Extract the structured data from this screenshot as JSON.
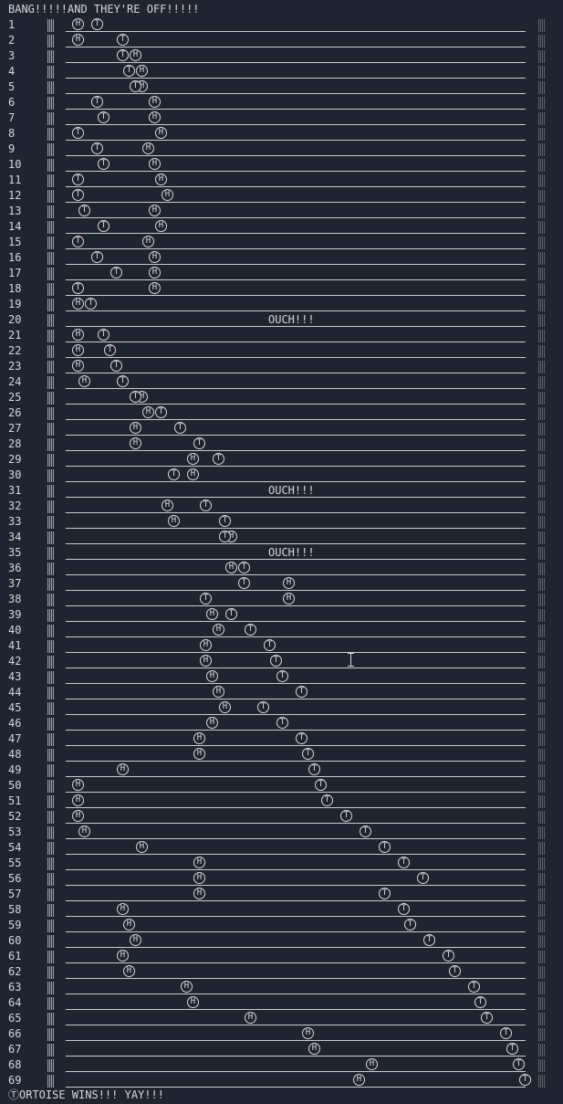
{
  "header": "BANG!!!!!AND THEY'RE OFF!!!!!",
  "footer": "ⓉORTOISE WINS!!! YAY!!!",
  "ouch_text": "OUCH!!!",
  "hare_glyph": "H",
  "tortoise_glyph": "T",
  "rows": [
    {
      "n": "1",
      "h": 2,
      "t": 5
    },
    {
      "n": "2",
      "h": 2,
      "t": 9
    },
    {
      "n": "3",
      "h": 11,
      "t": 9
    },
    {
      "n": "4",
      "h": 12,
      "t": 10
    },
    {
      "n": "5",
      "h": 12,
      "t": 11
    },
    {
      "n": "6",
      "h": 14,
      "t": 5
    },
    {
      "n": "7",
      "h": 14,
      "t": 6
    },
    {
      "n": "8",
      "h": 15,
      "t": 2
    },
    {
      "n": "9",
      "h": 13,
      "t": 5
    },
    {
      "n": "10",
      "h": 14,
      "t": 6
    },
    {
      "n": "11",
      "h": 15,
      "t": 2
    },
    {
      "n": "12",
      "h": 16,
      "t": 2
    },
    {
      "n": "13",
      "h": 14,
      "t": 3
    },
    {
      "n": "14",
      "h": 15,
      "t": 6
    },
    {
      "n": "15",
      "h": 13,
      "t": 2
    },
    {
      "n": "16",
      "h": 14,
      "t": 5
    },
    {
      "n": "17",
      "h": 14,
      "t": 8
    },
    {
      "n": "18",
      "h": 14,
      "t": 2
    },
    {
      "n": "19",
      "h": 2,
      "t": 4
    },
    {
      "n": "20",
      "ouch": true
    },
    {
      "n": "21",
      "h": 2,
      "t": 6
    },
    {
      "n": "22",
      "h": 2,
      "t": 7
    },
    {
      "n": "23",
      "h": 2,
      "t": 8
    },
    {
      "n": "24",
      "h": 3,
      "t": 9
    },
    {
      "n": "25",
      "h": 12,
      "t": 11
    },
    {
      "n": "26",
      "h": 13,
      "t": 15
    },
    {
      "n": "27",
      "h": 11,
      "t": 18
    },
    {
      "n": "28",
      "h": 11,
      "t": 21
    },
    {
      "n": "29",
      "h": 20,
      "t": 24
    },
    {
      "n": "30",
      "h": 20,
      "t": 17
    },
    {
      "n": "31",
      "ouch": true
    },
    {
      "n": "32",
      "h": 16,
      "t": 22
    },
    {
      "n": "33",
      "h": 17,
      "t": 25
    },
    {
      "n": "34",
      "h": 26,
      "t": 25
    },
    {
      "n": "35",
      "ouch": true
    },
    {
      "n": "36",
      "h": 26,
      "t": 28
    },
    {
      "n": "37",
      "h": 35,
      "t": 28
    },
    {
      "n": "38",
      "h": 35,
      "t": 22
    },
    {
      "n": "39",
      "h": 23,
      "t": 26
    },
    {
      "n": "40",
      "h": 24,
      "t": 29
    },
    {
      "n": "41",
      "h": 22,
      "t": 32
    },
    {
      "n": "42",
      "h": 22,
      "t": 33
    },
    {
      "n": "43",
      "h": 23,
      "t": 34
    },
    {
      "n": "44",
      "h": 24,
      "t": 37
    },
    {
      "n": "45",
      "h": 25,
      "t": 31
    },
    {
      "n": "46",
      "h": 23,
      "t": 34
    },
    {
      "n": "47",
      "h": 21,
      "t": 37
    },
    {
      "n": "48",
      "h": 21,
      "t": 38
    },
    {
      "n": "49",
      "h": 9,
      "t": 39
    },
    {
      "n": "50",
      "h": 2,
      "t": 40
    },
    {
      "n": "51",
      "h": 2,
      "t": 41
    },
    {
      "n": "52",
      "h": 2,
      "t": 44
    },
    {
      "n": "53",
      "h": 3,
      "t": 47
    },
    {
      "n": "54",
      "h": 12,
      "t": 50
    },
    {
      "n": "55",
      "h": 21,
      "t": 53
    },
    {
      "n": "56",
      "h": 21,
      "t": 56
    },
    {
      "n": "57",
      "h": 21,
      "t": 50
    },
    {
      "n": "58",
      "h": 9,
      "t": 53
    },
    {
      "n": "59",
      "h": 10,
      "t": 54
    },
    {
      "n": "60",
      "h": 11,
      "t": 57
    },
    {
      "n": "61",
      "h": 9,
      "t": 60
    },
    {
      "n": "62",
      "h": 10,
      "t": 61
    },
    {
      "n": "63",
      "h": 19,
      "t": 64
    },
    {
      "n": "64",
      "h": 20,
      "t": 65
    },
    {
      "n": "65",
      "h": 29,
      "t": 66
    },
    {
      "n": "66",
      "h": 38,
      "t": 69
    },
    {
      "n": "67",
      "h": 39,
      "t": 70
    },
    {
      "n": "68",
      "h": 48,
      "t": 71
    },
    {
      "n": "69",
      "h": 46,
      "t": 72
    }
  ]
}
